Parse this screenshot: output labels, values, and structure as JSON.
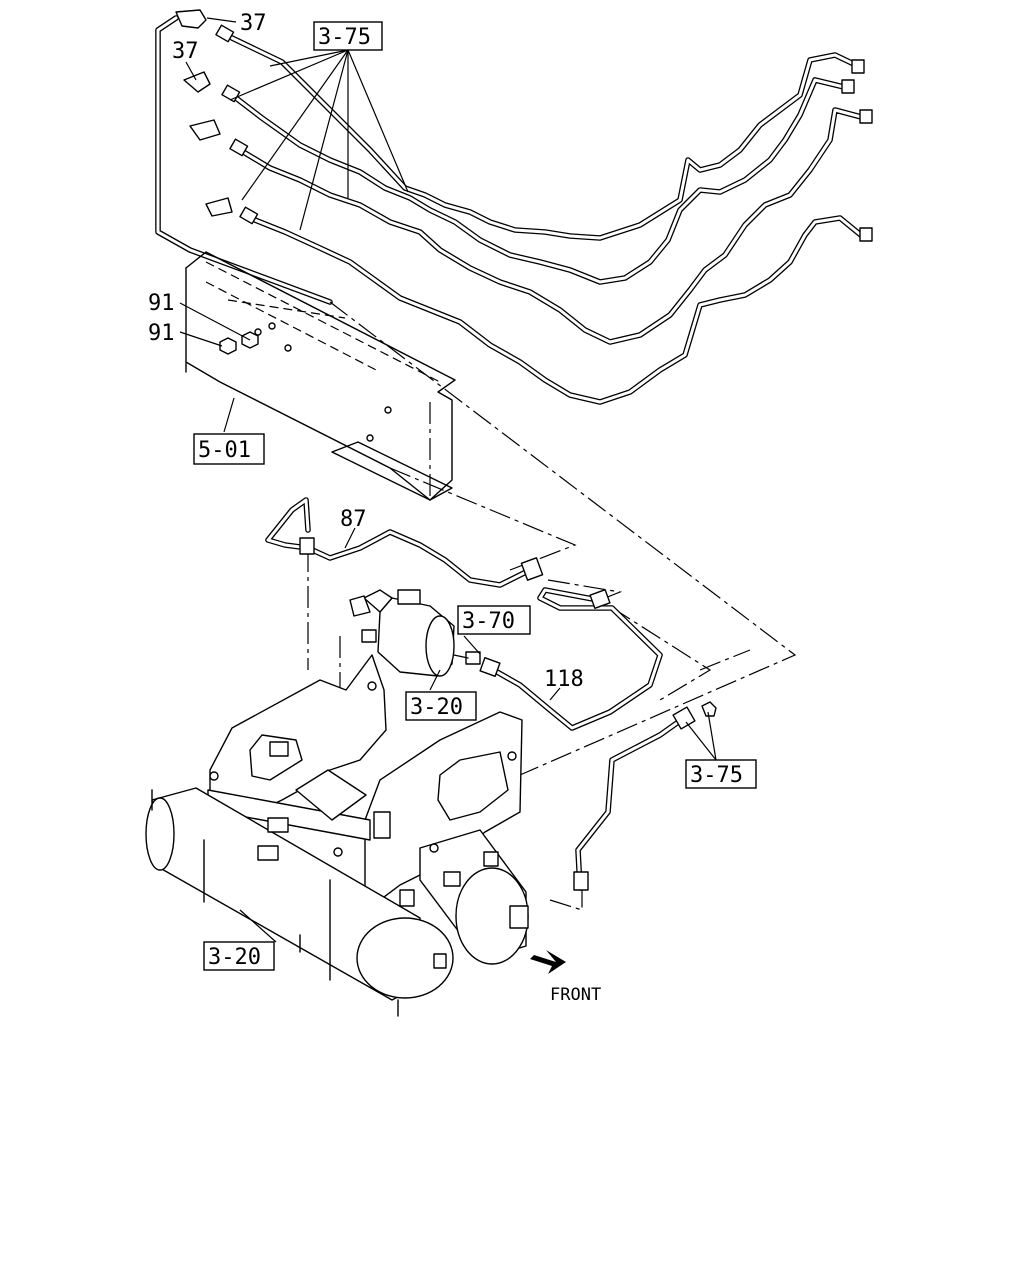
{
  "callouts": {
    "part_37_top": "37",
    "part_37_second": "37",
    "ref_3_75_top": "3-75",
    "part_91_upper": "91",
    "part_91_lower": "91",
    "ref_5_01": "5-01",
    "part_87": "87",
    "ref_3_70": "3-70",
    "part_118": "118",
    "ref_3_20_valve": "3-20",
    "ref_3_75_lower": "3-75",
    "ref_3_20_tanks": "3-20"
  },
  "orientation": {
    "front_label": "FRONT"
  }
}
